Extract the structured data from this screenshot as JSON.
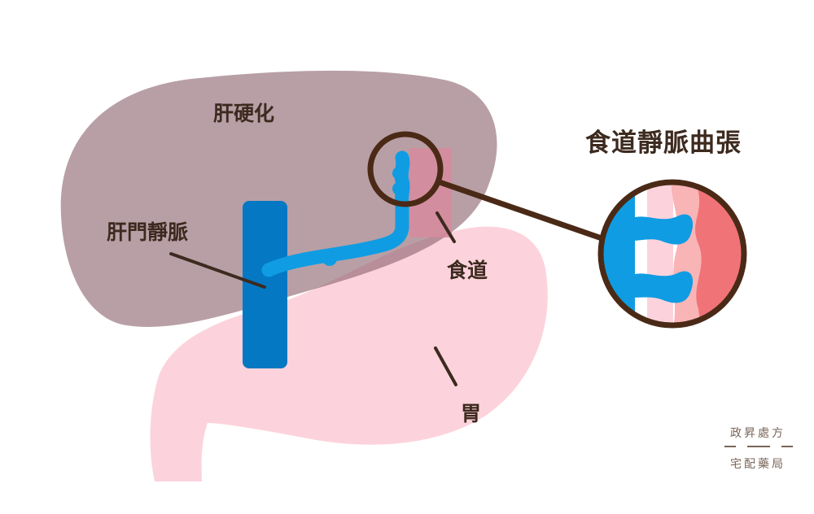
{
  "diagram": {
    "title": "食道靜脈曲張",
    "labels": {
      "liver": "肝硬化",
      "portal_vein": "肝門靜脈",
      "esophagus": "食道",
      "stomach": "胃"
    }
  },
  "brand": {
    "line1": "政昇處方",
    "line2": "宅配藥局"
  },
  "colors": {
    "liver": "#a4838d",
    "stomach": "#fcd3dc",
    "vein": "#0f9ce2",
    "vein_dark": "#0578c4",
    "outline": "#4a2a16",
    "text": "#3d2a1f"
  }
}
